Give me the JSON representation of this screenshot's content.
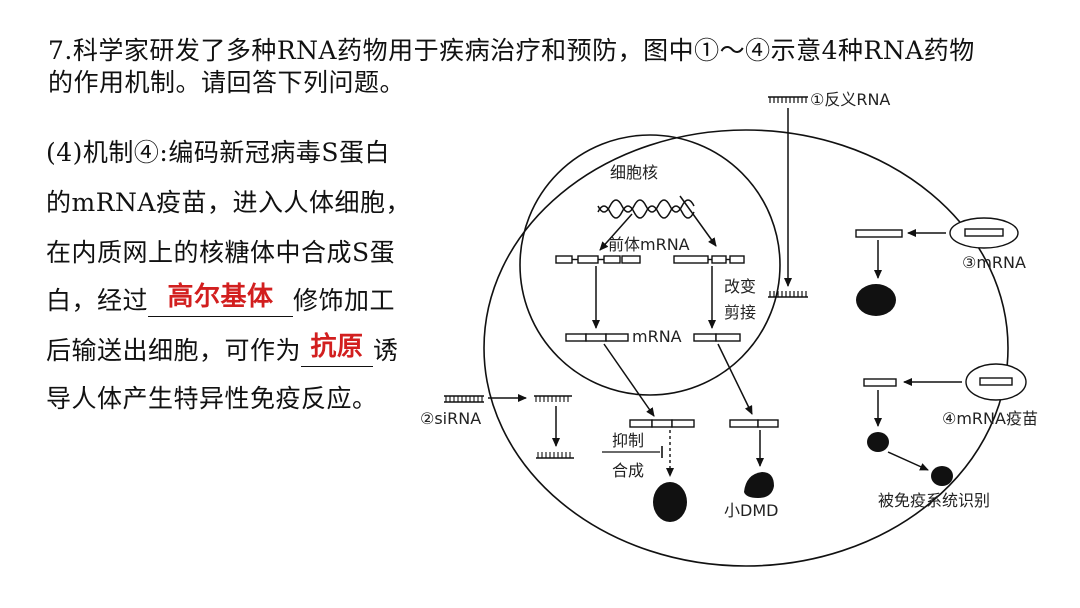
{
  "question": {
    "line1": "7.科学家研发了多种RNA药物用于疾病治疗和预防，图中①～④示意4种RNA药物",
    "line2": "的作用机制。请回答下列问题。"
  },
  "subquestion": {
    "line1": "(4)机制④:编码新冠病毒S蛋白",
    "line2": "的mRNA疫苗，进入人体细胞，",
    "line3": "在内质网上的核糖体中合成S蛋",
    "line4_pre": "白，经过",
    "answer1": "高尔基体",
    "line4_post": "修饰加工",
    "line5_pre": "后输送出细胞，可作为",
    "answer2": "抗原",
    "line5_post": "诱",
    "line6": "导人体产生特异性免疫反应。"
  },
  "diagram": {
    "antisense_rna": "①反义RNA",
    "nucleus": "细胞核",
    "pre_mrna": "前体mRNA",
    "change": "改变",
    "splicing": "剪接",
    "mrna": "mRNA",
    "mrna3": "③mRNA",
    "sirna": "②siRNA",
    "mrna_vaccine": "④mRNA疫苗",
    "inhibit": "抑制",
    "synthesis": "合成",
    "small_dmd": "小DMD",
    "immune": "被免疫系统识别"
  },
  "colors": {
    "answer": "#d21f1f"
  }
}
